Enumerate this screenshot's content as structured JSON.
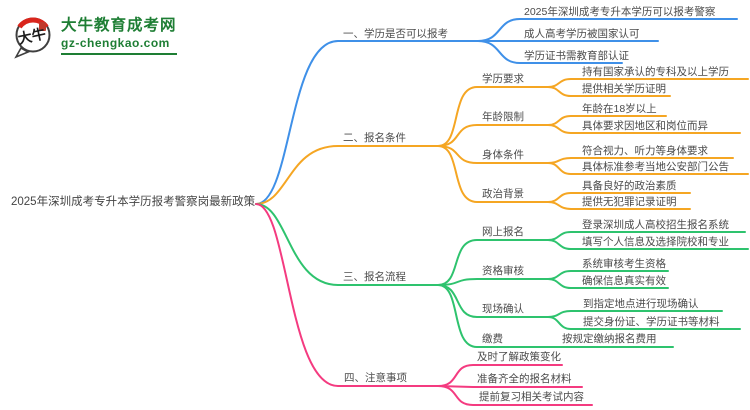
{
  "site": {
    "logo_icon_text": "大牛",
    "logo_title": "大牛教育成考网",
    "logo_domain": "gz-chengkao.com",
    "brand_green": "#1e7e34",
    "brand_red": "#d9251c"
  },
  "mindmap": {
    "root": {
      "label": "2025年深圳成考专升本学历报考警察岗最新政策"
    },
    "branch_colors": {
      "eligibility": "#3f90e8",
      "conditions": "#f5a623",
      "process": "#2ec36e",
      "notes": "#f43b80"
    },
    "branches": [
      {
        "label": "一、学历是否可以报考",
        "color": "#3f90e8",
        "leaves": [
          "2025年深圳成考专升本学历可以报考警察",
          "成人高考学历被国家认可",
          "学历证书需教育部认证"
        ]
      },
      {
        "label": "二、报名条件",
        "color": "#f5a623",
        "subs": [
          {
            "label": "学历要求",
            "leaves": [
              "持有国家承认的专科及以上学历",
              "提供相关学历证明"
            ]
          },
          {
            "label": "年龄限制",
            "leaves": [
              "年龄在18岁以上",
              "具体要求因地区和岗位而异"
            ]
          },
          {
            "label": "身体条件",
            "leaves": [
              "符合视力、听力等身体要求",
              "具体标准参考当地公安部门公告"
            ]
          },
          {
            "label": "政治背景",
            "leaves": [
              "具备良好的政治素质",
              "提供无犯罪记录证明"
            ]
          }
        ]
      },
      {
        "label": "三、报名流程",
        "color": "#2ec36e",
        "subs": [
          {
            "label": "网上报名",
            "leaves": [
              "登录深圳成人高校招生报名系统",
              "填写个人信息及选择院校和专业"
            ]
          },
          {
            "label": "资格审核",
            "leaves": [
              "系统审核考生资格",
              "确保信息真实有效"
            ]
          },
          {
            "label": "现场确认",
            "leaves": [
              "到指定地点进行现场确认",
              "提交身份证、学历证书等材料"
            ]
          },
          {
            "label": "缴费",
            "leaves": [
              "按规定缴纳报名费用"
            ]
          }
        ]
      },
      {
        "label": "四、注意事项",
        "color": "#f43b80",
        "leaves": [
          "及时了解政策变化",
          "准备齐全的报名材料",
          "提前复习相关考试内容"
        ]
      }
    ]
  }
}
